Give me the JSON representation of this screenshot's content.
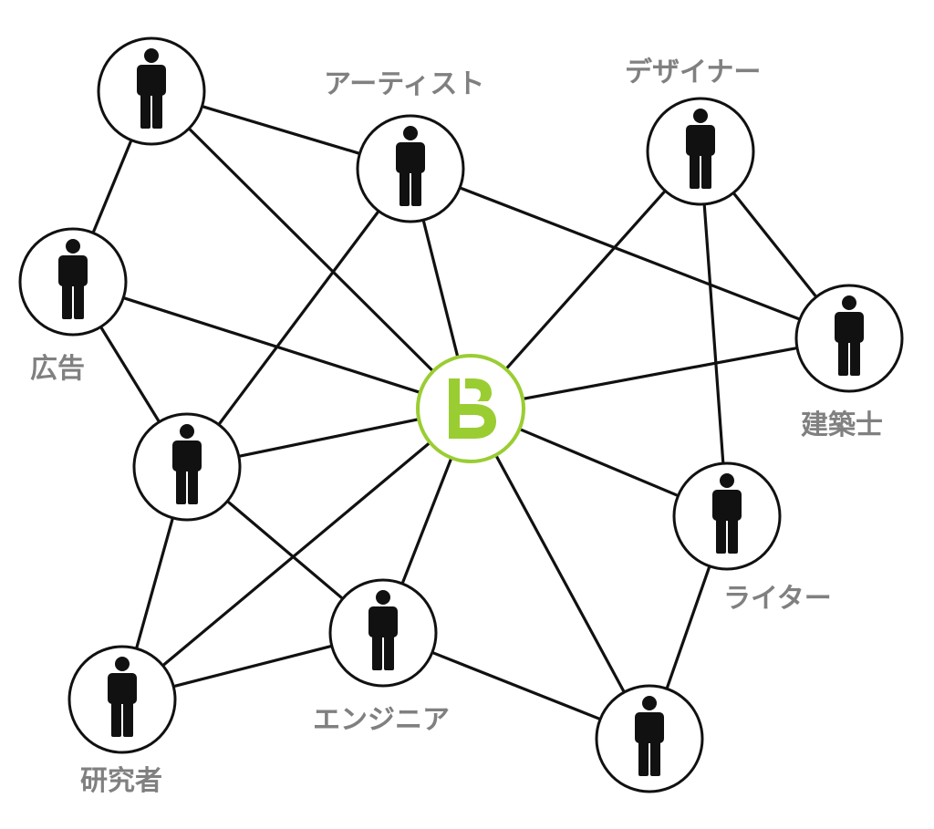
{
  "labels": {
    "artist": "アーティスト",
    "designer": "デザイナー",
    "advertising": "広告",
    "architect": "建築士",
    "writer": "ライター",
    "engineer": "エンジニア",
    "researcher": "研究者"
  },
  "hub": {
    "logo_letter": "B",
    "color": "#9acd32"
  },
  "colors": {
    "line": "#111111",
    "label": "#808080",
    "person": "#111111"
  },
  "edges": [
    [
      "p_topleft",
      "artist"
    ],
    [
      "p_topleft",
      "advertising"
    ],
    [
      "p_topleft",
      "hub"
    ],
    [
      "artist",
      "hub"
    ],
    [
      "artist",
      "architect"
    ],
    [
      "artist",
      "p_midleft"
    ],
    [
      "designer",
      "hub"
    ],
    [
      "designer",
      "architect"
    ],
    [
      "designer",
      "writer"
    ],
    [
      "advertising",
      "hub"
    ],
    [
      "advertising",
      "p_midleft"
    ],
    [
      "architect",
      "hub"
    ],
    [
      "p_midleft",
      "hub"
    ],
    [
      "p_midleft",
      "researcher"
    ],
    [
      "p_midleft",
      "engineer"
    ],
    [
      "hub",
      "writer"
    ],
    [
      "hub",
      "engineer"
    ],
    [
      "hub",
      "researcher"
    ],
    [
      "hub",
      "p_bottomright"
    ],
    [
      "writer",
      "p_bottomright"
    ],
    [
      "engineer",
      "researcher"
    ],
    [
      "engineer",
      "p_bottomright"
    ]
  ]
}
